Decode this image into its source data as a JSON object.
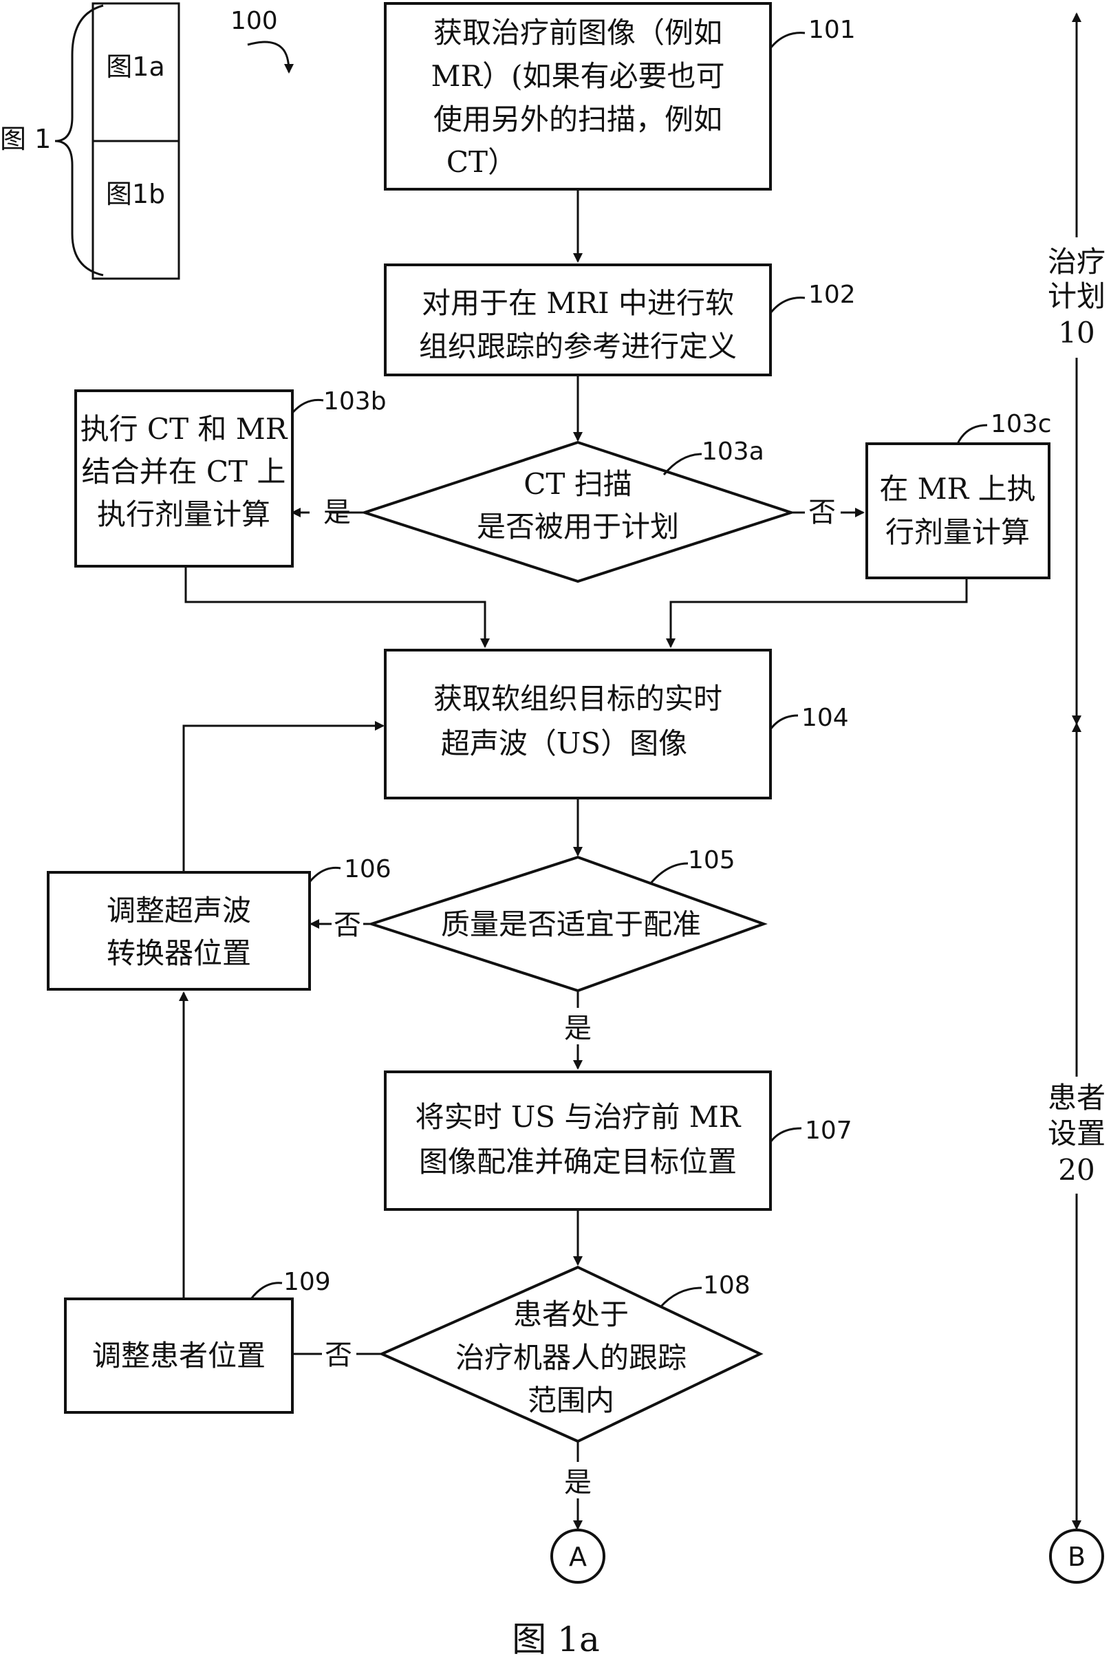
{
  "legend": {
    "group_label": "图 1",
    "cells": [
      "图1a",
      "图1b"
    ],
    "ref": "100"
  },
  "steps": {
    "s101": {
      "ref": "101",
      "lines": [
        "获取治疗前图像（例如",
        "MR）(如果有必要也可",
        "使用另外的扫描，例如",
        "CT）"
      ]
    },
    "s102": {
      "ref": "102",
      "lines": [
        "对用于在 MRI 中进行软",
        "组织跟踪的参考进行定义"
      ]
    },
    "s103a": {
      "ref": "103a",
      "lines": [
        "CT 扫描",
        "是否被用于计划"
      ]
    },
    "s103b": {
      "ref": "103b",
      "lines": [
        "执行 CT 和 MR",
        "结合并在 CT 上",
        "执行剂量计算"
      ]
    },
    "s103c": {
      "ref": "103c",
      "lines": [
        "在 MR 上执",
        "行剂量计算"
      ]
    },
    "s104": {
      "ref": "104",
      "lines": [
        "获取软组织目标的实时",
        "超声波（US）图像"
      ]
    },
    "s105": {
      "ref": "105",
      "lines": [
        "质量是否适宜于配准"
      ]
    },
    "s106": {
      "ref": "106",
      "lines": [
        "调整超声波",
        "转换器位置"
      ]
    },
    "s107": {
      "ref": "107",
      "lines": [
        "将实时 US 与治疗前 MR",
        "图像配准并确定目标位置"
      ]
    },
    "s108": {
      "ref": "108",
      "lines": [
        "患者处于",
        "治疗机器人的跟踪",
        "范围内"
      ]
    },
    "s109": {
      "ref": "109",
      "lines": [
        "调整患者位置"
      ]
    }
  },
  "branch_labels": {
    "b103_yes": "是",
    "b103_no": "否",
    "b105_no": "否",
    "b105_yes": "是",
    "b108_no": "否",
    "b108_yes": "是"
  },
  "connectors": {
    "a": "A",
    "b": "B"
  },
  "phases": {
    "planning": {
      "lines": [
        "治疗",
        "计划",
        "10"
      ]
    },
    "setup": {
      "lines": [
        "患者",
        "设置",
        "20"
      ]
    }
  },
  "caption": "图 1a"
}
